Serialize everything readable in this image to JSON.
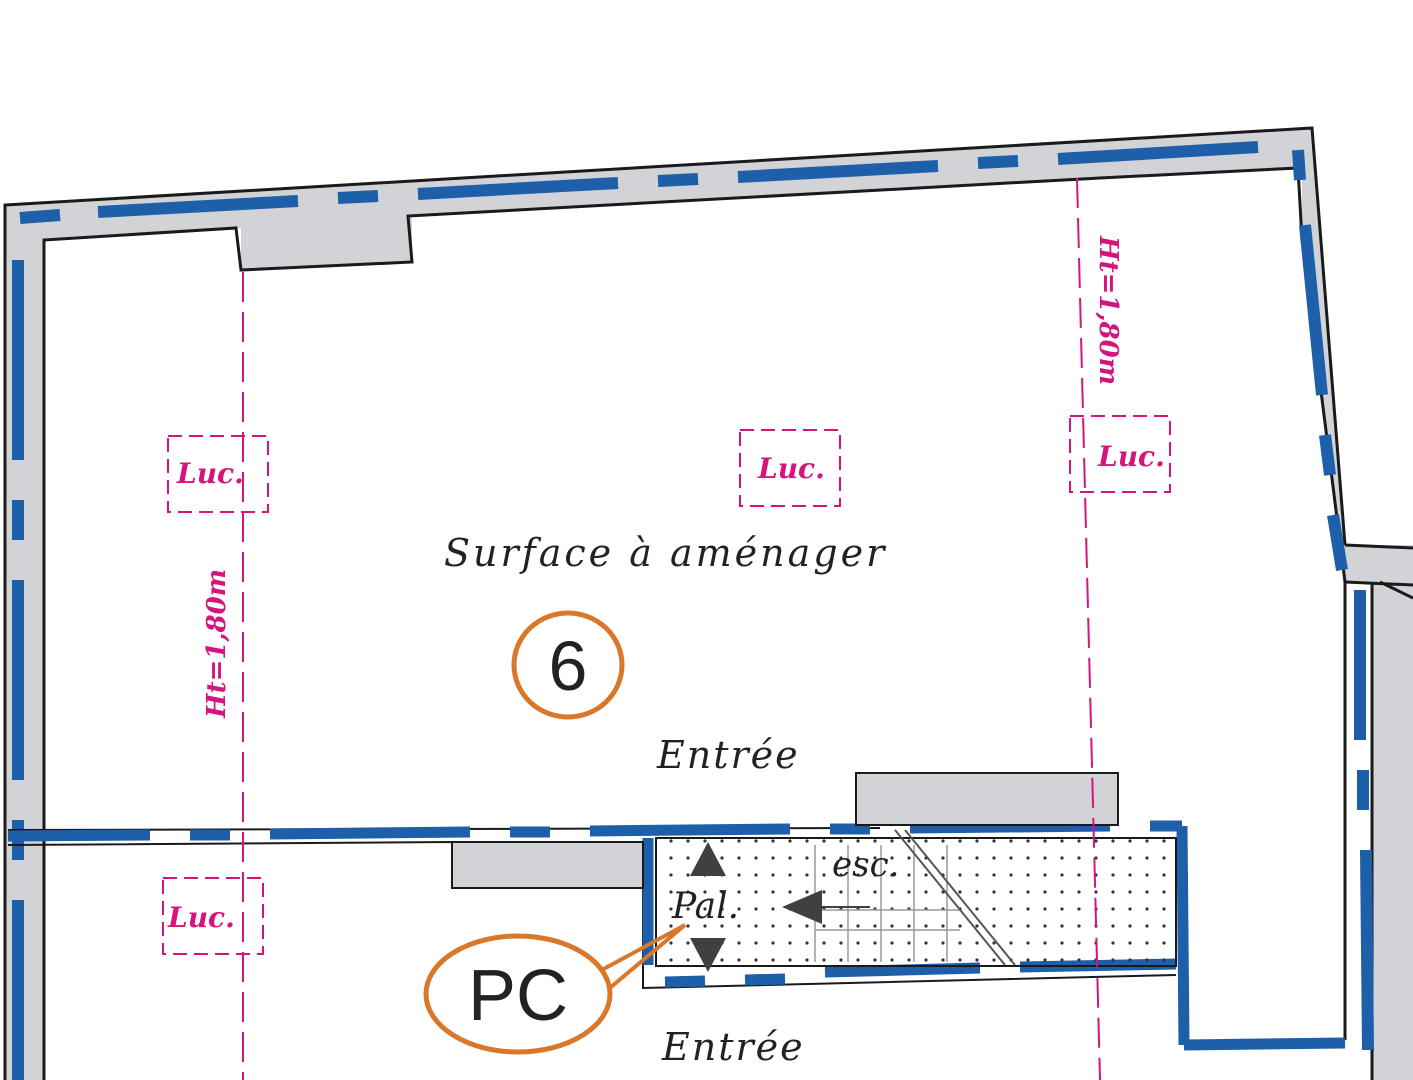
{
  "plan": {
    "room_label": "Surface à aménager",
    "room_number": "6",
    "entrance_label_upper": "Entrée",
    "entrance_label_lower": "Entrée",
    "stair_label": "esc.",
    "landing_label": "Pal.",
    "callout_label": "PC",
    "height_label": "Ht=1,80m",
    "skylight_label": "Luc."
  },
  "colors": {
    "wall_fill": "#d2d3d6",
    "wall_outline": "#1a1a1a",
    "window_blue": "#1d5fa8",
    "height_line": "#d4157e",
    "callout_orange": "#d9772b",
    "stair_dot": "#333333"
  }
}
